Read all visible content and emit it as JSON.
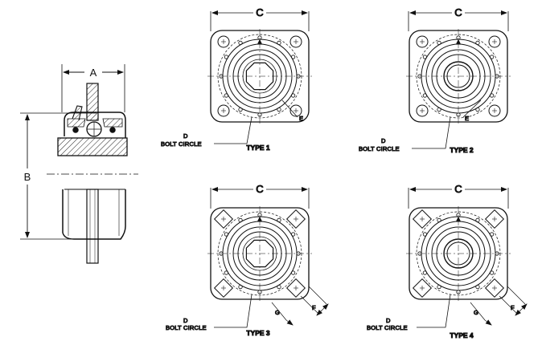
{
  "side_view": {
    "dim_a": "A",
    "dim_b": "B"
  },
  "flanges": [
    {
      "key": "type1",
      "title": "TYPE 1",
      "dim_c": "C",
      "dim_d": "D",
      "bolt_circle": "BOLT CIRCLE",
      "dim_e": "E",
      "style": "round-hex",
      "notch": false
    },
    {
      "key": "type2",
      "title": "TYPE 2",
      "dim_c": "C",
      "dim_d": "D",
      "bolt_circle": "BOLT CIRCLE",
      "dim_e": "E",
      "style": "round-round",
      "notch": false
    },
    {
      "key": "type3",
      "title": "TYPE 3",
      "dim_c": "C",
      "dim_d": "D",
      "bolt_circle": "BOLT CIRCLE",
      "dim_f": "F",
      "dim_g": "G",
      "style": "square-hex",
      "notch": true
    },
    {
      "key": "type4",
      "title": "TYPE 4",
      "dim_c": "C",
      "dim_d": "D",
      "bolt_circle": "BOLT CIRCLE",
      "dim_f": "F",
      "dim_g": "G",
      "style": "square-round",
      "notch": true
    }
  ]
}
